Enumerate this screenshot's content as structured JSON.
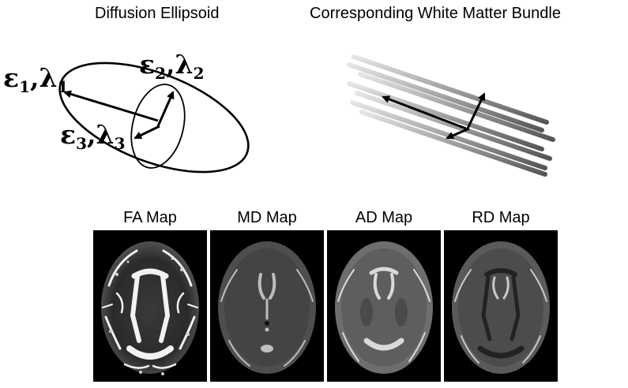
{
  "titles": {
    "left": "Diffusion Ellipsoid",
    "right": "Corresponding White Matter Bundle"
  },
  "eigen_labels": {
    "e1": {
      "eps": "ε",
      "eps_sub": "1",
      "sep": ",",
      "lam": "λ",
      "lam_sub": "1"
    },
    "e2": {
      "eps": "ε",
      "eps_sub": "2",
      "sep": ",",
      "lam": "λ",
      "lam_sub": "2"
    },
    "e3": {
      "eps": "ε",
      "eps_sub": "3",
      "sep": ",",
      "lam": "λ",
      "lam_sub": "3"
    }
  },
  "maps": [
    {
      "label": "FA Map"
    },
    {
      "label": "MD Map"
    },
    {
      "label": "AD Map"
    },
    {
      "label": "RD Map"
    }
  ],
  "colors": {
    "background": "#ffffff",
    "ink": "#000000",
    "panel_bg": "#000000"
  },
  "icons": {
    "ellipsoid": "ellipse-with-axes",
    "bundle": "parallel-tubes"
  }
}
